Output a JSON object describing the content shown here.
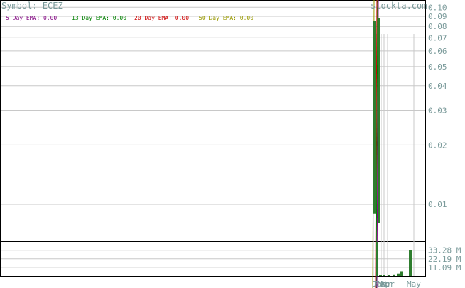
{
  "header": {
    "symbol": "Symbol: ECEZ",
    "watermark": "stockta.com"
  },
  "legend": [
    {
      "label": "5 Day EMA: 0.00",
      "color": "#800080"
    },
    {
      "label": "13 Day EMA: 0.00",
      "color": "#008000"
    },
    {
      "label": "20 Day EMA: 0.00",
      "color": "#cc0000"
    },
    {
      "label": "50 Day EMA: 0.00",
      "color": "#999900"
    }
  ],
  "colors": {
    "axis_text": "#7a9a9a",
    "grid": "#c8c8c8",
    "candle": "#2e7d2e",
    "ema5": "#800080",
    "ema13": "#008000",
    "ema20": "#cc0000",
    "ema50": "#999900"
  },
  "chart_data": [
    {
      "type": "bar",
      "log_scale": true,
      "ylim": [
        0.0065,
        0.108
      ],
      "y_ticks": [
        0.1,
        0.09,
        0.08,
        0.07,
        0.06,
        0.05,
        0.04,
        0.03,
        0.02,
        0.01
      ],
      "y_tick_labels": [
        "0.10",
        "0.09",
        "0.08",
        "0.07",
        "0.06",
        "0.05",
        "0.04",
        "0.03",
        "0.02",
        "0.01"
      ],
      "x_tick_labels": [
        "Jan",
        "Feb",
        "Mar",
        "Apr",
        "May"
      ],
      "series": [
        {
          "low": 0.009,
          "high": 0.085
        },
        {
          "low": 0.008,
          "high": 0.088
        }
      ],
      "grid": true
    },
    {
      "type": "bar",
      "ylim": [
        0,
        44
      ],
      "y_ticks": [
        33.28,
        22.19,
        11.09
      ],
      "y_tick_labels": [
        "33.28 M",
        "22.19 M",
        "11.09 M"
      ],
      "unit": "M",
      "values": [
        44,
        1,
        1,
        1,
        2,
        3,
        6,
        33
      ],
      "grid": true
    }
  ]
}
